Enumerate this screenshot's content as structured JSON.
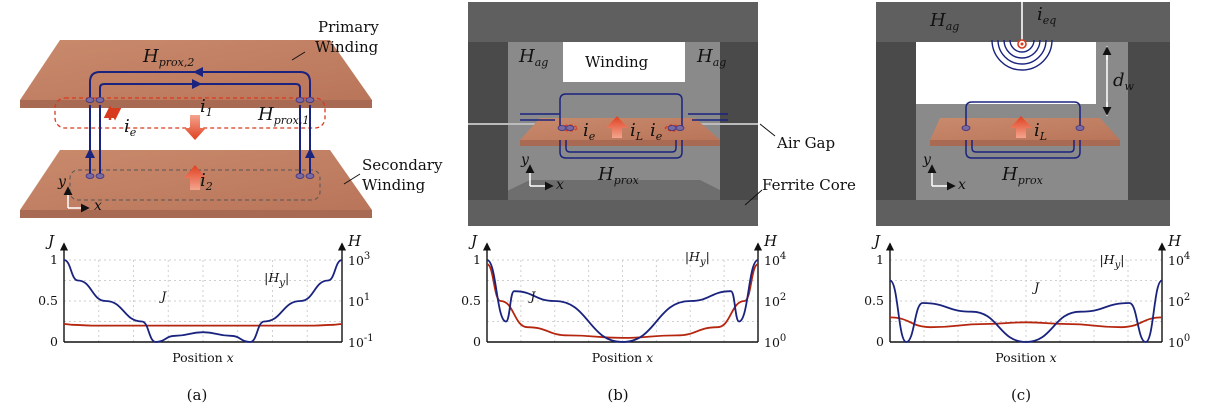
{
  "panels": [
    {
      "caption": "(a)",
      "labels": {
        "primary_line1": "Primary",
        "primary_line2": "Winding",
        "secondary_line1": "Secondary",
        "secondary_line2": "Winding",
        "h_prox2_main": "H",
        "h_prox2_sub": "prox,2",
        "h_prox1_main": "H",
        "h_prox1_sub": "prox,1",
        "ie_main": "i",
        "ie_sub": "e",
        "i1_main": "i",
        "i1_sub": "1",
        "i2_main": "i",
        "i2_sub": "2",
        "axis_y": "y",
        "axis_x": "x"
      }
    },
    {
      "caption": "(b)",
      "labels": {
        "winding": "Winding",
        "air_gap": "Air Gap",
        "ferrite_core": "Ferrite Core",
        "hag_left_main": "H",
        "hag_left_sub": "ag",
        "hag_right_main": "H",
        "hag_right_sub": "ag",
        "ie_left_main": "i",
        "ie_left_sub": "e",
        "il_main": "i",
        "il_sub": "L",
        "ie_right_main": "i",
        "ie_right_sub": "e",
        "hprox_main": "H",
        "hprox_sub": "prox",
        "axis_y": "y",
        "axis_x": "x"
      }
    },
    {
      "caption": "(c)",
      "labels": {
        "hag_main": "H",
        "hag_sub": "ag",
        "ieq_main": "i",
        "ieq_sub": "eq",
        "il_main": "i",
        "il_sub": "L",
        "dw_main": "d",
        "dw_sub": "w",
        "hprox_main": "H",
        "hprox_sub": "prox",
        "axis_y": "y",
        "axis_x": "x"
      }
    }
  ],
  "chart_data": [
    {
      "type": "line",
      "caption": "(a)",
      "xlabel": "Position x",
      "left_axis": {
        "name": "J",
        "ticks": [
          "1",
          "0.5",
          "0"
        ],
        "ylim": [
          0,
          1
        ]
      },
      "right_axis": {
        "name": "H",
        "scale": "log",
        "ticks": [
          "10^3",
          "10^1",
          "10^-1"
        ],
        "ylim": [
          0.1,
          1000
        ]
      },
      "annotations": [
        "J",
        "|H_y|"
      ],
      "series": [
        {
          "name": "J",
          "color": "#b5260f",
          "x": [
            0,
            0.03,
            0.1,
            0.5,
            0.9,
            0.97,
            1
          ],
          "y": [
            0.22,
            0.21,
            0.2,
            0.2,
            0.2,
            0.21,
            0.22
          ]
        },
        {
          "name": "|H_y|",
          "color": "#1a237e",
          "x": [
            0,
            0.05,
            0.15,
            0.28,
            0.33,
            0.4,
            0.5,
            0.6,
            0.67,
            0.72,
            0.85,
            0.95,
            1
          ],
          "y": [
            1000,
            100,
            10,
            1,
            0.1,
            0.2,
            0.3,
            0.2,
            0.1,
            1,
            10,
            100,
            1000
          ]
        }
      ]
    },
    {
      "type": "line",
      "caption": "(b)",
      "xlabel": "Position x",
      "left_axis": {
        "name": "J",
        "ticks": [
          "1",
          "0.5",
          "0"
        ],
        "ylim": [
          0,
          1
        ]
      },
      "right_axis": {
        "name": "H",
        "scale": "log",
        "ticks": [
          "10^4",
          "10^2",
          "10^0"
        ],
        "ylim": [
          1,
          10000
        ]
      },
      "annotations": [
        "J",
        "|H_y|"
      ],
      "series": [
        {
          "name": "J",
          "color": "#b5260f",
          "x": [
            0,
            0.05,
            0.15,
            0.3,
            0.5,
            0.7,
            0.85,
            0.95,
            1
          ],
          "y": [
            0.95,
            0.5,
            0.18,
            0.08,
            0.05,
            0.08,
            0.18,
            0.5,
            0.95
          ]
        },
        {
          "name": "|H_y|",
          "color": "#1a237e",
          "x": [
            0,
            0.07,
            0.1,
            0.25,
            0.5,
            0.75,
            0.9,
            0.93,
            1
          ],
          "y": [
            10000,
            10,
            300,
            100,
            1,
            100,
            300,
            10,
            10000
          ]
        }
      ]
    },
    {
      "type": "line",
      "caption": "(c)",
      "xlabel": "Position x",
      "left_axis": {
        "name": "J",
        "ticks": [
          "1",
          "0.5",
          "0"
        ],
        "ylim": [
          0,
          1
        ]
      },
      "right_axis": {
        "name": "H",
        "scale": "log",
        "ticks": [
          "10^4",
          "10^2",
          "10^0"
        ],
        "ylim": [
          1,
          10000
        ]
      },
      "annotations": [
        "J",
        "|H_y|"
      ],
      "series": [
        {
          "name": "J",
          "color": "#b5260f",
          "x": [
            0,
            0.15,
            0.35,
            0.5,
            0.65,
            0.85,
            1
          ],
          "y": [
            0.3,
            0.18,
            0.22,
            0.24,
            0.22,
            0.18,
            0.3
          ]
        },
        {
          "name": "|H_y|",
          "color": "#1a237e",
          "x": [
            0,
            0.06,
            0.12,
            0.3,
            0.5,
            0.7,
            0.88,
            0.94,
            1
          ],
          "y": [
            1000,
            1,
            80,
            30,
            1,
            30,
            80,
            1,
            1000
          ]
        }
      ]
    }
  ],
  "colors": {
    "copper": "#c8876a",
    "copper_dark": "#a86a52",
    "ferrite": "#5f5f5f",
    "ferrite_light": "#8a8a8a",
    "winding_blue": "#1a237e",
    "current_red": "#d83a1e",
    "curve_red": "#b5260f",
    "curve_blue": "#1a237e"
  }
}
